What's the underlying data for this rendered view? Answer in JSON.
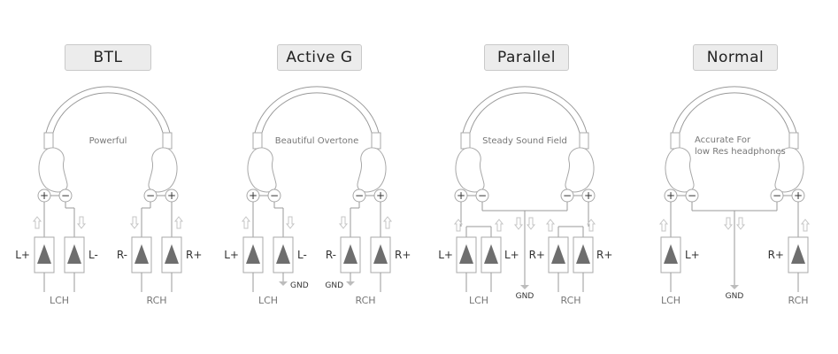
{
  "panels": [
    {
      "title": "BTL",
      "subtitle": [
        "Powerful"
      ],
      "mode": "btl",
      "left_amp_labels": [
        "L+",
        "L-"
      ],
      "right_amp_labels": [
        "R-",
        "R+"
      ],
      "left_channel": "LCH",
      "right_channel": "RCH",
      "gnd_label": ""
    },
    {
      "title": "Active  G",
      "subtitle": [
        "Beautiful Overtone"
      ],
      "mode": "active",
      "left_amp_labels": [
        "L+",
        "L-"
      ],
      "right_amp_labels": [
        "R-",
        "R+"
      ],
      "left_channel": "LCH",
      "right_channel": "RCH",
      "gnd_label": "GND"
    },
    {
      "title": "Parallel",
      "subtitle": [
        "Steady Sound Field"
      ],
      "mode": "parallel",
      "left_amp_labels": [
        "L+",
        "L+"
      ],
      "right_amp_labels": [
        "R+",
        "R+"
      ],
      "left_channel": "LCH",
      "right_channel": "RCH",
      "gnd_label": "GND"
    },
    {
      "title": "Normal",
      "subtitle": [
        "Accurate For",
        "low Res headphones"
      ],
      "mode": "normal",
      "left_amp_labels": [
        "L+"
      ],
      "right_amp_labels": [
        "R+"
      ],
      "left_channel": "LCH",
      "right_channel": "RCH",
      "gnd_label": "GND"
    }
  ],
  "terminal_symbols": {
    "plus": "+",
    "minus": "−"
  },
  "icons": {
    "amplifier": "amplifier-triangle-icon",
    "signal_up": "arrow-up-icon",
    "signal_down": "arrow-down-icon",
    "ground": "ground-icon"
  }
}
